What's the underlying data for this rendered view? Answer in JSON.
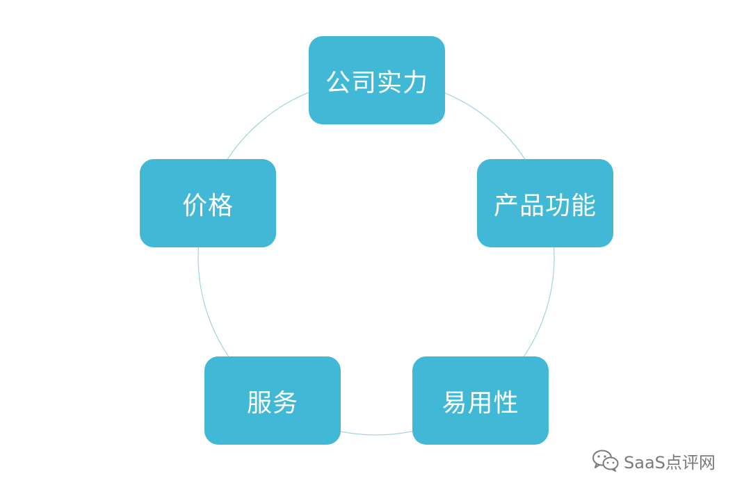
{
  "colors": {
    "node_fill": "#41b8d5",
    "node_text": "#ffffff",
    "ring": "#9fd3e1",
    "watermark": "#7a7a7a"
  },
  "diagram": {
    "type": "cycle",
    "nodes": [
      {
        "id": "company",
        "label": "公司实力"
      },
      {
        "id": "product",
        "label": "产品功能"
      },
      {
        "id": "usability",
        "label": "易用性"
      },
      {
        "id": "service",
        "label": "服务"
      },
      {
        "id": "price",
        "label": "价格"
      }
    ]
  },
  "watermark": {
    "icon": "wechat-icon",
    "text": "SaaS点评网"
  }
}
